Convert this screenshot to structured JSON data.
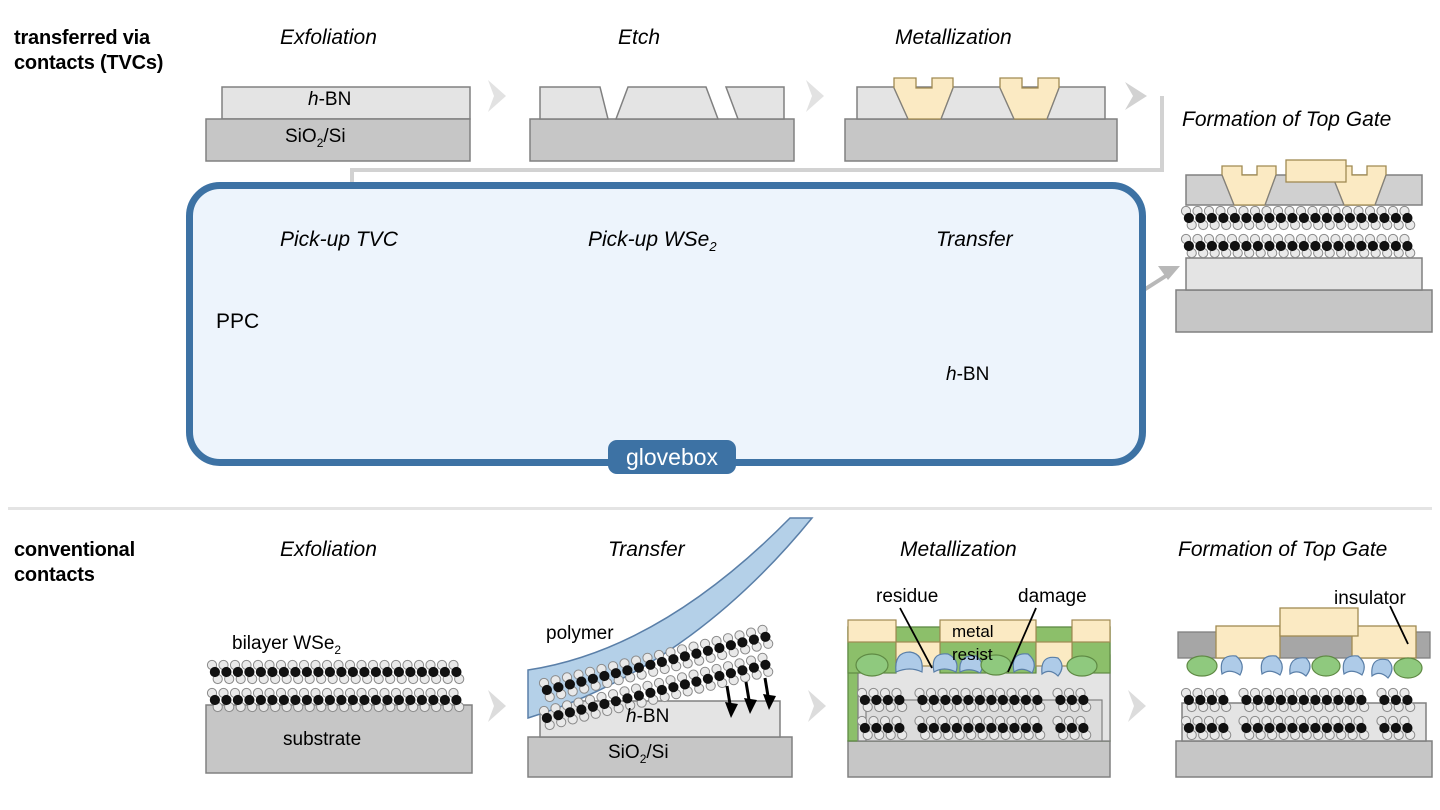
{
  "figure": {
    "type": "process-flow-diagram",
    "title_top_row": "transferred via contacts (TVCs)",
    "title_bottom_row": "conventional contacts"
  },
  "colors": {
    "substrate_gray": "#c6c6c6",
    "hbn_gray": "#e4e4e4",
    "metal_gold": "#fbeac3",
    "polymer_blue": "#b4d0e8",
    "glovebox_border": "#3d72a4",
    "glovebox_fill": "#edf4fc",
    "resist_green": "#8cbf6a",
    "residue_blue": "#aecbe8",
    "residue_green": "#8fc97e",
    "outline": "#808080",
    "chevron_gray": "#e2e2e2",
    "connector_gray": "#d2d2d2",
    "insulator_gray": "#a6a6a6"
  },
  "rows": {
    "top": {
      "label_line1": "transferred via",
      "label_line2": "contacts (TVCs)",
      "steps": [
        {
          "title": "Exfoliation",
          "layers": [
            "h-BN",
            "SiO2/Si"
          ]
        },
        {
          "title": "Etch",
          "layers": []
        },
        {
          "title": "Metallization",
          "layers": []
        },
        {
          "title": "Formation of Top Gate",
          "layers": []
        }
      ],
      "layer_labels": {
        "hbn": "h-BN",
        "sio2si": "SiO",
        "sio2si_sub": "2",
        "sio2si_tail": "/Si"
      }
    },
    "glovebox": {
      "tab_label": "glovebox",
      "steps": [
        {
          "title": "Pick-up TVC",
          "annotation": "PPC"
        },
        {
          "title": "Pick-up WSe",
          "title_sub": "2"
        },
        {
          "title": "Transfer",
          "layer_label": "h-BN"
        }
      ]
    },
    "bottom": {
      "label_line1": "conventional",
      "label_line2": "contacts",
      "steps": [
        {
          "title": "Exfoliation",
          "annotations": [
            "bilayer WSe",
            "substrate"
          ],
          "sub": "2"
        },
        {
          "title": "Transfer",
          "annotations": [
            "polymer",
            "h-BN",
            "SiO",
            "/Si"
          ],
          "sub": "2"
        },
        {
          "title": "Metallization",
          "annotations": [
            "residue",
            "damage",
            "metal",
            "resist"
          ]
        },
        {
          "title": "Formation of Top Gate",
          "annotations": [
            "insulator"
          ]
        }
      ]
    }
  },
  "text": {
    "exfoliation": "Exfoliation",
    "etch": "Etch",
    "metallization": "Metallization",
    "formation_top_gate": "Formation of Top Gate",
    "pickup_tvc": "Pick-up TVC",
    "pickup_wse2_main": "Pick-up WSe",
    "pickup_wse2_sub": "2",
    "transfer": "Transfer",
    "glovebox": "glovebox",
    "ppc": "PPC",
    "hbn": "h-BN",
    "hbn_h": "h",
    "hbn_rest": "-BN",
    "sio2_main": "SiO",
    "sio2_sub": "2",
    "sio2_tail": "/Si",
    "bilayer_wse2_main": "bilayer WSe",
    "bilayer_wse2_sub": "2",
    "substrate": "substrate",
    "polymer": "polymer",
    "residue": "residue",
    "damage": "damage",
    "metal": "metal",
    "resist": "resist",
    "insulator": "insulator"
  }
}
